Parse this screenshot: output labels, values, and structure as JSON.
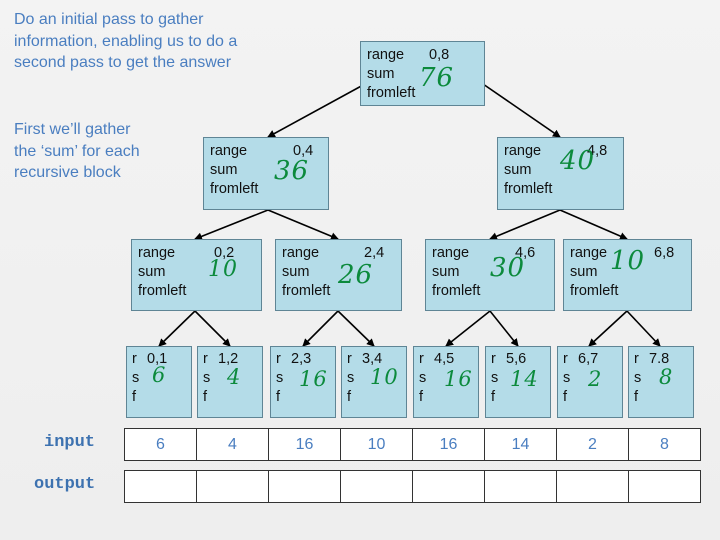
{
  "intro": {
    "line1": "Do an initial pass to gather\ninformation, enabling us to do a\nsecond pass to get the answer",
    "line2": "First we’ll gather\nthe ‘sum’ for each\nrecursive block"
  },
  "field_labels": {
    "range": "range",
    "sum": "sum",
    "fromleft": "fromleft",
    "r": "r",
    "s": "s",
    "f": "f"
  },
  "tree": {
    "root": {
      "range": "0,8",
      "sum_handwritten": "76"
    },
    "level1": [
      {
        "range": "0,4",
        "sum_handwritten": "36"
      },
      {
        "range": "4,8",
        "sum_handwritten": "40"
      }
    ],
    "level2": [
      {
        "range": "0,2",
        "sum_handwritten": "10"
      },
      {
        "range": "2,4",
        "sum_handwritten": "26"
      },
      {
        "range": "4,6",
        "sum_handwritten": "30"
      },
      {
        "range": "6,8",
        "sum_handwritten": "10"
      }
    ],
    "leaves": [
      {
        "range": "0,1",
        "sum_handwritten": "6"
      },
      {
        "range": "1,2",
        "sum_handwritten": "4"
      },
      {
        "range": "2,3",
        "sum_handwritten": "16"
      },
      {
        "range": "3,4",
        "sum_handwritten": "10"
      },
      {
        "range": "4,5",
        "sum_handwritten": "16"
      },
      {
        "range": "5,6",
        "sum_handwritten": "14"
      },
      {
        "range": "6,7",
        "sum_handwritten": "2"
      },
      {
        "range": "7.8",
        "sum_handwritten": "8"
      }
    ]
  },
  "arrays": {
    "input_label": "input",
    "output_label": "output",
    "input": [
      "6",
      "4",
      "16",
      "10",
      "16",
      "14",
      "2",
      "8"
    ],
    "output": [
      "",
      "",
      "",
      "",
      "",
      "",
      "",
      ""
    ]
  },
  "colors": {
    "node_fill": "#b4dce8",
    "text_blue": "#4a7ec0",
    "handwriting_green": "#0c8a3c"
  }
}
